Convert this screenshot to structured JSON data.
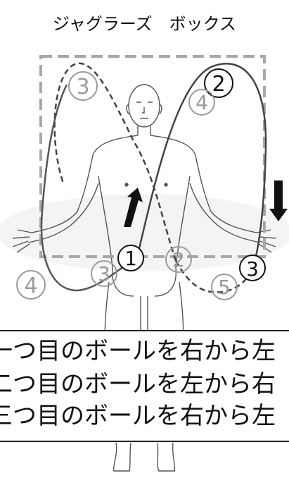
{
  "title": "ジャグラーズ　ボックス",
  "labels": {
    "dark_1": "1",
    "dark_2": "2",
    "dark_3": "3",
    "gray_2": "2",
    "gray_3_top": "3",
    "gray_3_bottom": "3",
    "gray_4_top": "4",
    "gray_4_left": "4",
    "gray_5": "5"
  },
  "instructions": [
    "一つ目のボールを右から左",
    "二つ目のボールを左から右",
    "三つ目のボールを右から左"
  ],
  "colors": {
    "dark": "#333333",
    "gray": "#9a9a9a",
    "box": "#a8a8a8"
  }
}
